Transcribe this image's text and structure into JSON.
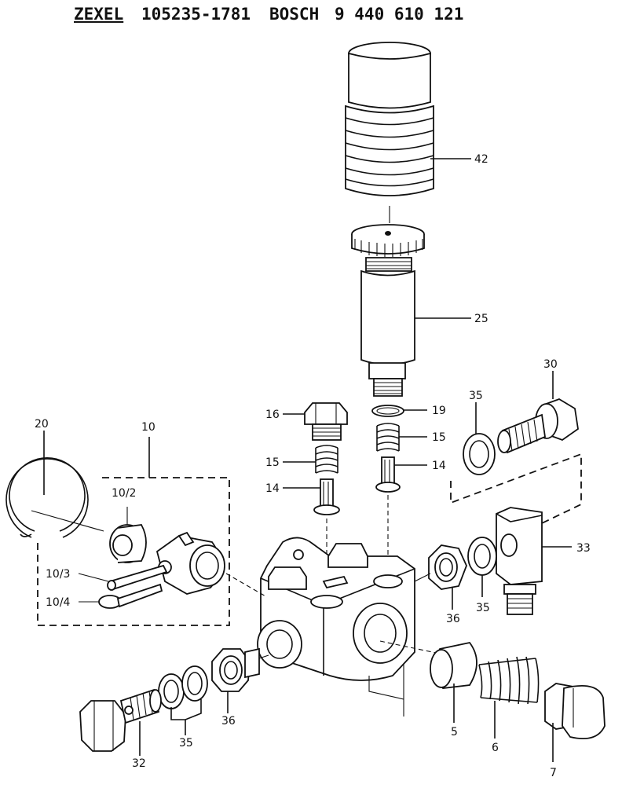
{
  "header": {
    "brand": "ZEXEL",
    "part_number": "105235-1781",
    "maker": "BOSCH",
    "maker_number": "9 440 610 121"
  },
  "callouts": {
    "c42": "42",
    "c25": "25",
    "c30": "30",
    "c35a": "35",
    "c16": "16",
    "c19": "19",
    "c15a": "15",
    "c15b": "15",
    "c14a": "14",
    "c14b": "14",
    "c20": "20",
    "c10": "10",
    "c10_2": "10/2",
    "c10_3": "10/3",
    "c10_4": "10/4",
    "c33": "33",
    "c36a": "36",
    "c35b": "35",
    "c36b": "36",
    "c35c": "35",
    "c32": "32",
    "c5": "5",
    "c6": "6",
    "c7": "7"
  }
}
